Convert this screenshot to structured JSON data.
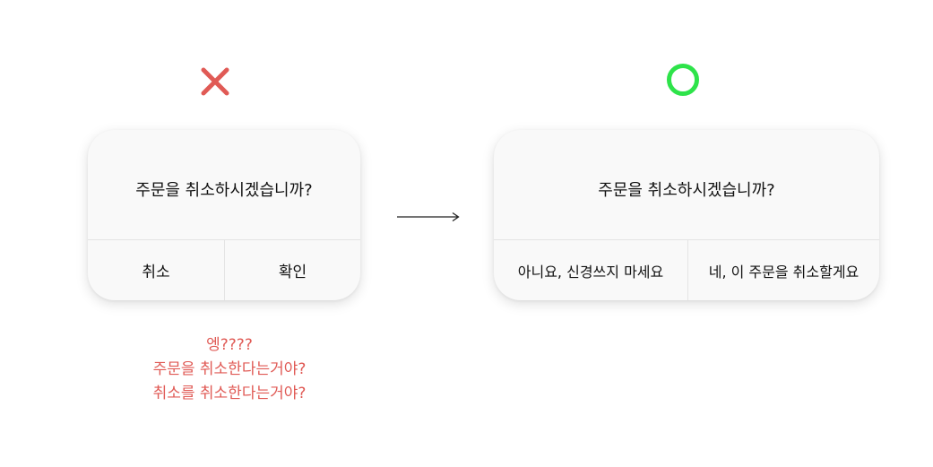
{
  "marks": {
    "bad": {
      "icon": "cross-icon",
      "color": "#e05a55"
    },
    "good": {
      "icon": "circle-icon",
      "color": "#2ee34a"
    }
  },
  "bad_dialog": {
    "message": "주문을 취소하시겠습니까?",
    "cancel_label": "취소",
    "confirm_label": "확인"
  },
  "good_dialog": {
    "message": "주문을 취소하시겠습니까?",
    "cancel_label": "아니요, 신경쓰지 마세요",
    "confirm_label": "네, 이 주문을 취소할게요"
  },
  "arrow": {
    "icon": "right-arrow-icon"
  },
  "annotation": {
    "line1": "엥????",
    "line2": "주문을 취소한다는거야?",
    "line3": "취소를 취소한다는거야?",
    "color": "#e05a55"
  }
}
